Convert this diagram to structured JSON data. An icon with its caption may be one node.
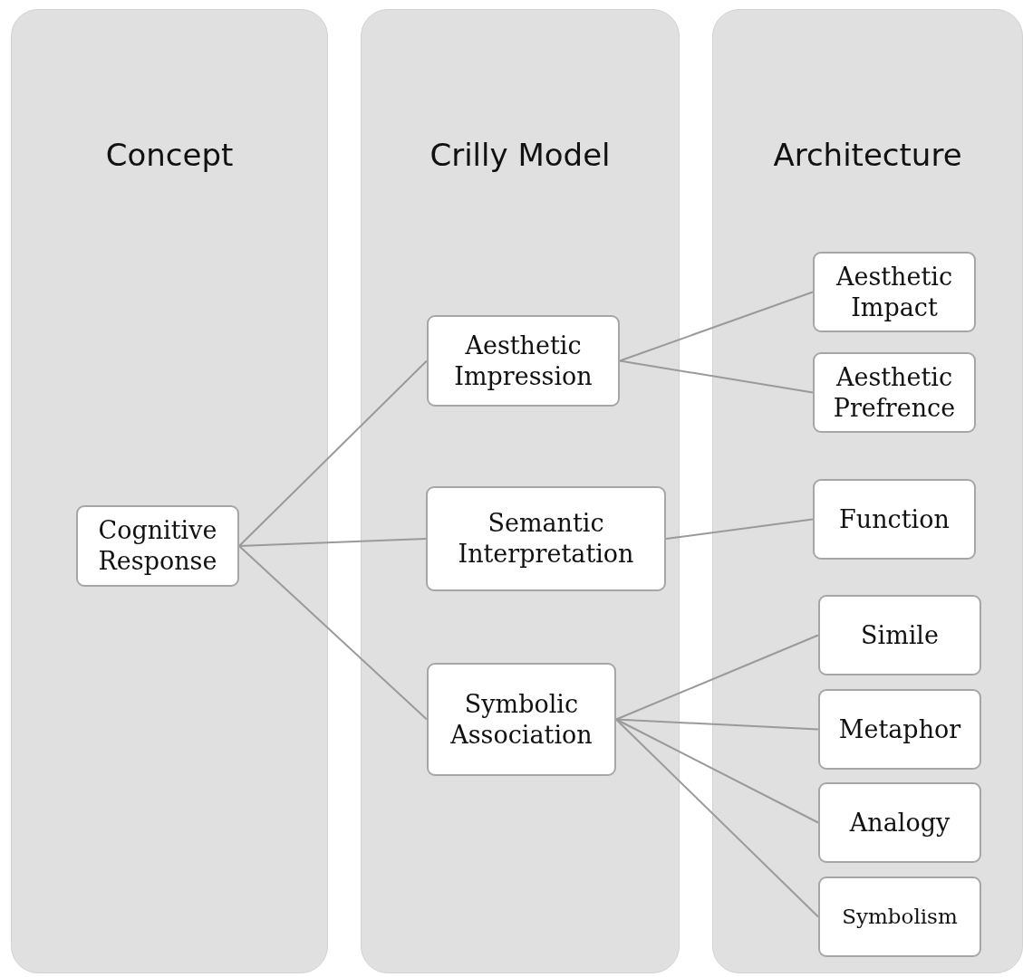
{
  "diagram": {
    "nodes": [
      {
        "text": [
          "Concept"
        ]
      },
      {
        "text": [
          "Crilly Model"
        ]
      },
      {
        "text": [
          "Architecture"
        ]
      },
      {
        "text": [
          "Cognitive Response"
        ],
        "in": 0
      },
      {
        "text": [
          "Aesthetic Impression"
        ],
        "in": 1
      },
      {
        "text": [
          "Semantic Interpretation"
        ],
        "in": 1
      },
      {
        "text": [
          "Symbolic Association"
        ],
        "in": 1
      },
      {
        "text": [
          "Aesthetic Impact"
        ],
        "in": 2
      },
      {
        "text": [
          "Aesthetic Prefrence"
        ],
        "in": 2
      },
      {
        "text": [
          "Function"
        ],
        "in": 2
      },
      {
        "text": [
          "Simile"
        ],
        "in": 2
      },
      {
        "text": [
          "Metaphor"
        ],
        "in": 2
      },
      {
        "text": [
          "Analogy"
        ],
        "in": 2
      },
      {
        "text": [
          "Symbolism"
        ],
        "in": 2
      }
    ],
    "edges": [
      {
        "from": 3,
        "to": 4,
        "arrow": "none"
      },
      {
        "from": 3,
        "to": 5,
        "arrow": "none"
      },
      {
        "from": 3,
        "to": 6,
        "arrow": "none"
      },
      {
        "from": 4,
        "to": 7,
        "arrow": "none"
      },
      {
        "from": 4,
        "to": 8,
        "arrow": "none"
      },
      {
        "from": 5,
        "to": 9,
        "arrow": "none"
      },
      {
        "from": 6,
        "to": 10,
        "arrow": "none"
      },
      {
        "from": 6,
        "to": 11,
        "arrow": "none"
      },
      {
        "from": 6,
        "to": 12,
        "arrow": "none"
      },
      {
        "from": 6,
        "to": 13,
        "arrow": "none"
      }
    ]
  }
}
